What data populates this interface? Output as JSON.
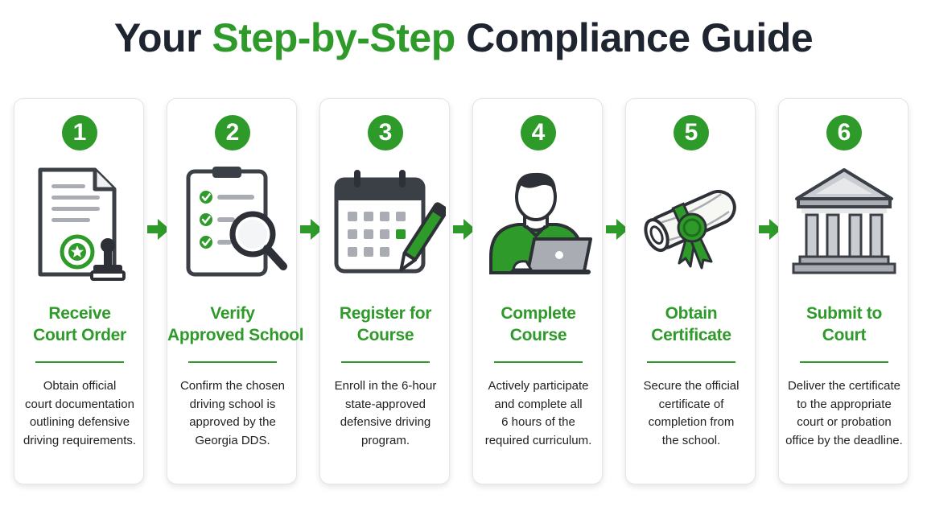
{
  "title": {
    "part1": "Your ",
    "accent": "Step-by-Step",
    "part2": " Compliance Guide"
  },
  "colors": {
    "accent": "#2e9a2a",
    "dark": "#1f2530",
    "icon_gray": "#3b3f46",
    "light_gray": "#a9acb2"
  },
  "steps": [
    {
      "number": "1",
      "icon": "court-order-document-icon",
      "label_lines": [
        "Receive",
        "Court Order"
      ],
      "desc_lines": [
        "Obtain official",
        "court documentation",
        "outlining defensive",
        "driving requirements."
      ]
    },
    {
      "number": "2",
      "icon": "checklist-magnifier-icon",
      "label_lines": [
        "Verify",
        "Approved School"
      ],
      "desc_lines": [
        "Confirm the chosen",
        "driving school is",
        "approved by the",
        "Georgia DDS."
      ]
    },
    {
      "number": "3",
      "icon": "calendar-pen-icon",
      "label_lines": [
        "Register for",
        "Course"
      ],
      "desc_lines": [
        "Enroll in the 6-hour",
        "state-approved",
        "defensive driving",
        "program."
      ]
    },
    {
      "number": "4",
      "icon": "person-laptop-icon",
      "label_lines": [
        "Complete",
        "Course"
      ],
      "desc_lines": [
        "Actively participate",
        "and complete all",
        "6 hours of the",
        "required curriculum."
      ]
    },
    {
      "number": "5",
      "icon": "certificate-scroll-icon",
      "label_lines": [
        "Obtain",
        "Certificate"
      ],
      "desc_lines": [
        "Secure the official",
        "certificate of",
        "completion from",
        "the school."
      ]
    },
    {
      "number": "6",
      "icon": "courthouse-icon",
      "label_lines": [
        "Submit to",
        "Court"
      ],
      "desc_lines": [
        "Deliver the certificate",
        "to the appropriate",
        "court or probation",
        "office by the deadline."
      ]
    }
  ]
}
